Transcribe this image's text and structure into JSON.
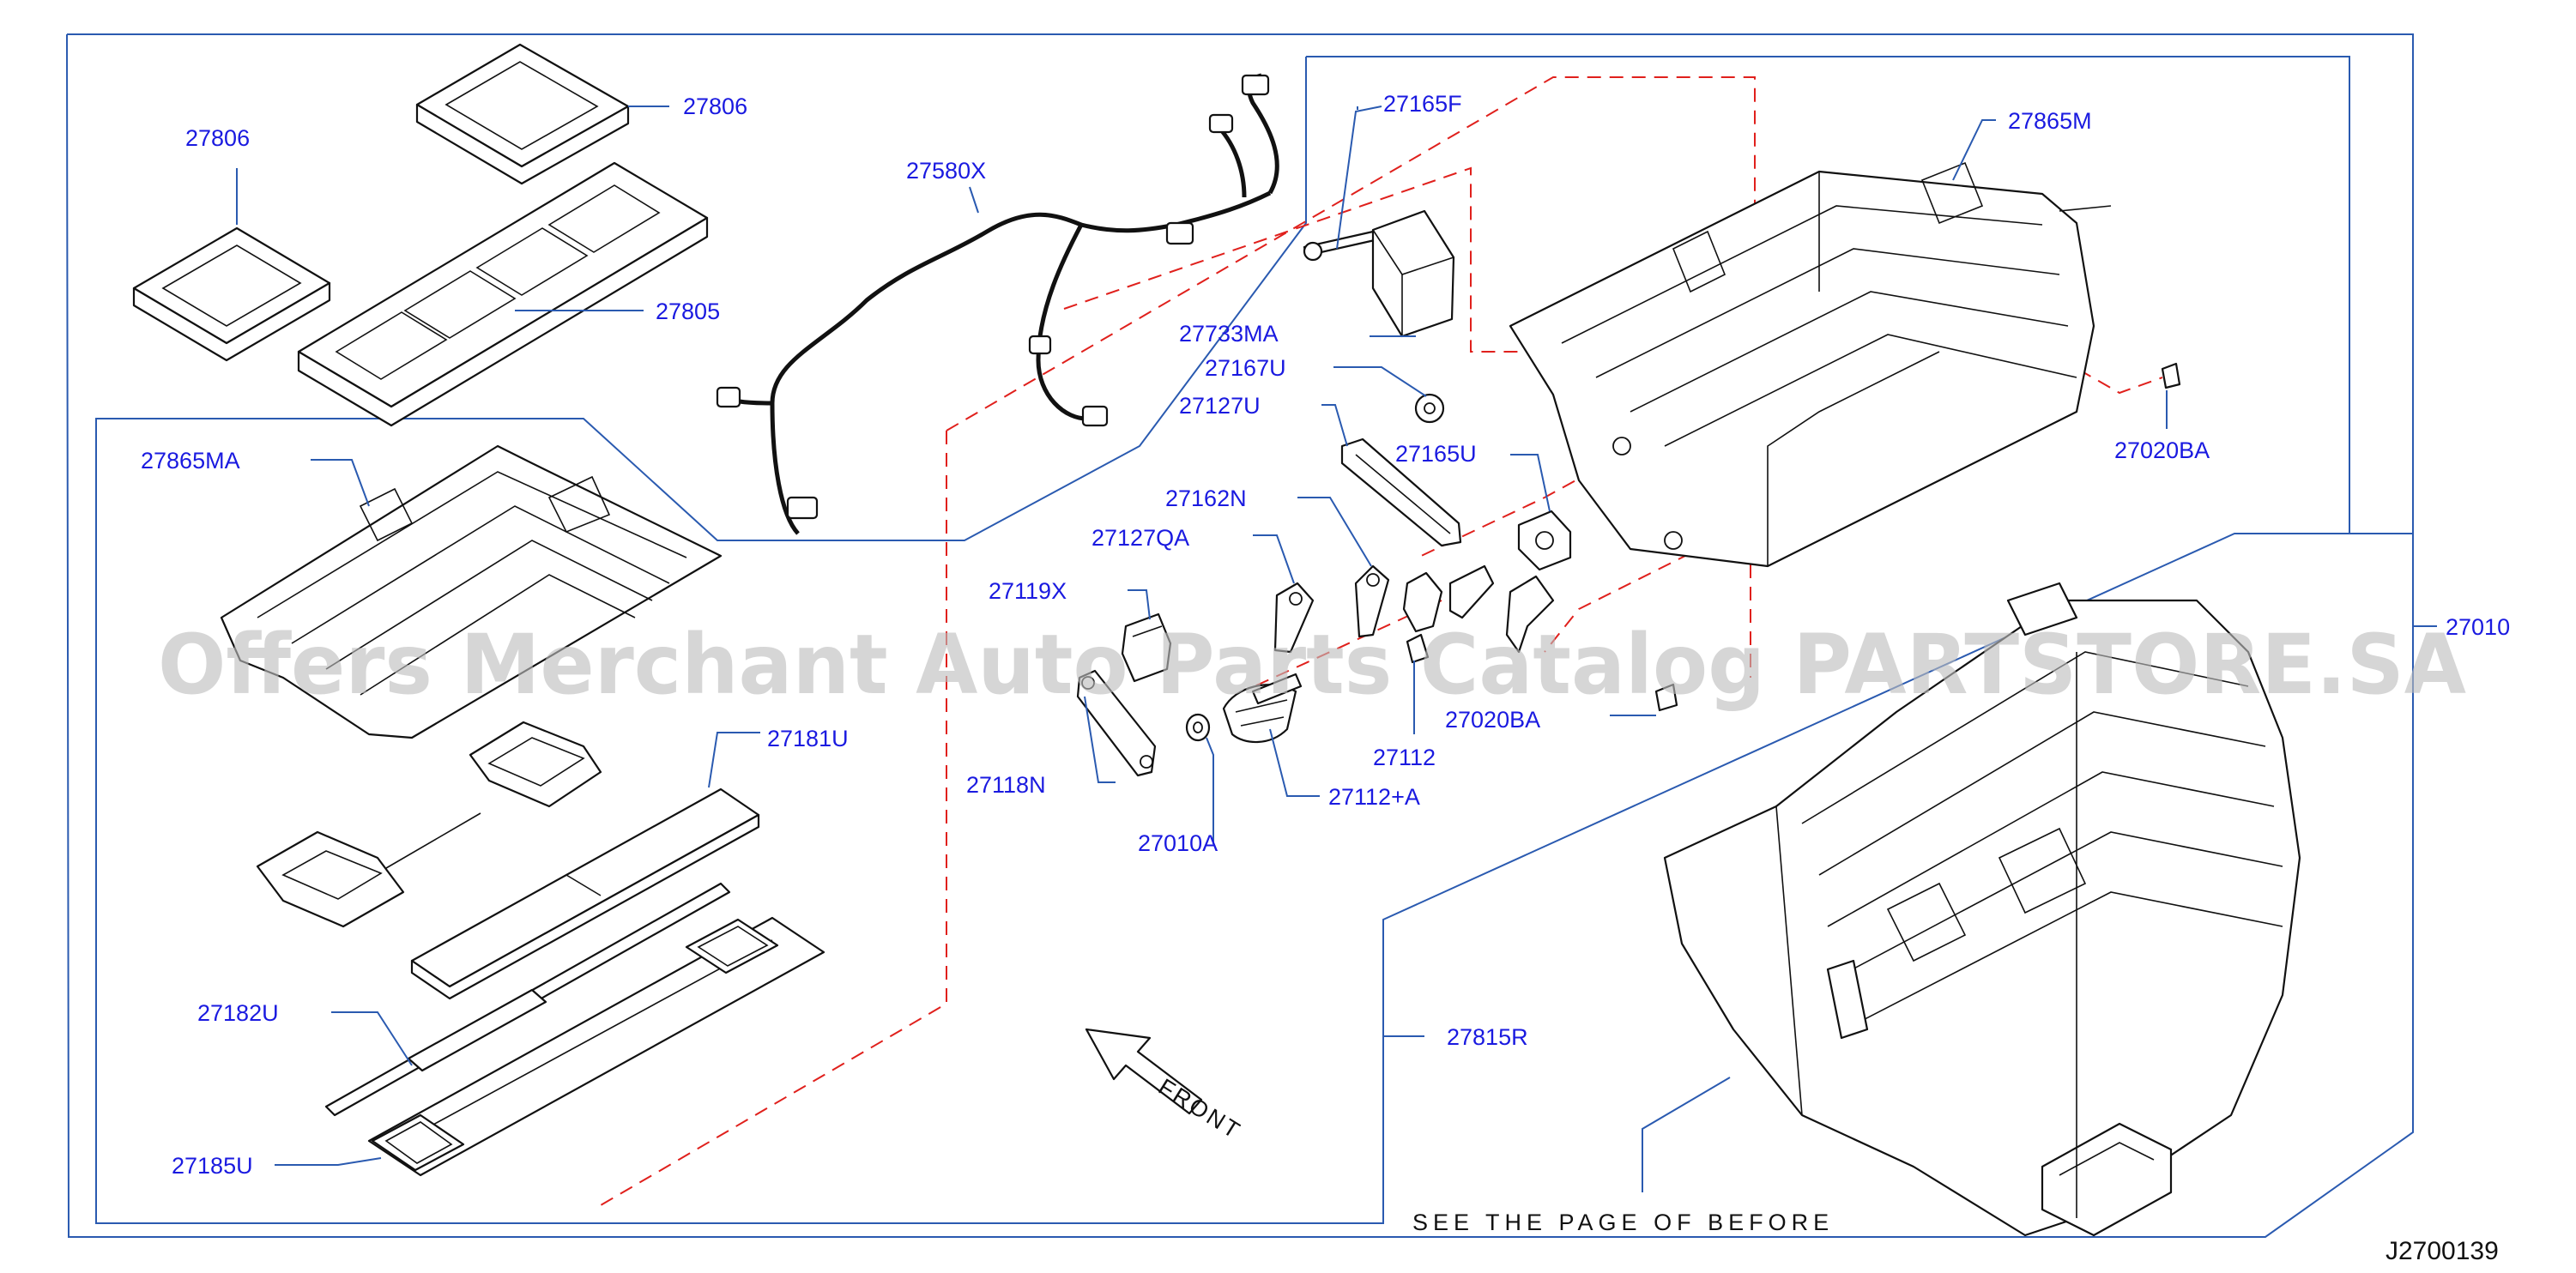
{
  "diagram": {
    "labels": [
      {
        "id": "p27806a",
        "text": "27806"
      },
      {
        "id": "p27806b",
        "text": "27806"
      },
      {
        "id": "p27805",
        "text": "27805"
      },
      {
        "id": "p27580x",
        "text": "27580X"
      },
      {
        "id": "p27165f",
        "text": "27165F"
      },
      {
        "id": "p27865m",
        "text": "27865M"
      },
      {
        "id": "p27733ma",
        "text": "27733MA"
      },
      {
        "id": "p27167u",
        "text": "27167U"
      },
      {
        "id": "p27127u",
        "text": "27127U"
      },
      {
        "id": "p27165u",
        "text": "27165U"
      },
      {
        "id": "p27020ba_r",
        "text": "27020BA"
      },
      {
        "id": "p27865ma",
        "text": "27865MA"
      },
      {
        "id": "p27162n",
        "text": "27162N"
      },
      {
        "id": "p27127qa",
        "text": "27127QA"
      },
      {
        "id": "p27119x",
        "text": "27119X"
      },
      {
        "id": "p27010",
        "text": "27010"
      },
      {
        "id": "p27181u",
        "text": "27181U"
      },
      {
        "id": "p27118n",
        "text": "27118N"
      },
      {
        "id": "p27010a",
        "text": "27010A"
      },
      {
        "id": "p27112a",
        "text": "27112+A"
      },
      {
        "id": "p27112",
        "text": "27112"
      },
      {
        "id": "p27020ba_c",
        "text": "27020BA"
      },
      {
        "id": "p27182u",
        "text": "27182U"
      },
      {
        "id": "p27815r",
        "text": "27815R"
      },
      {
        "id": "p27185u",
        "text": "27185U"
      }
    ],
    "front_label": "FRONT",
    "note": "SEE THE PAGE OF BEFORE",
    "diagram_code": "J2700139",
    "watermark": "Offers Merchant Auto Parts Catalog PARTSTORE.SA",
    "colors": {
      "label": "#1a1ae0",
      "leader": "#2a5ab0",
      "dashed": "#e0201c",
      "watermark": "#bdbdbd"
    }
  }
}
